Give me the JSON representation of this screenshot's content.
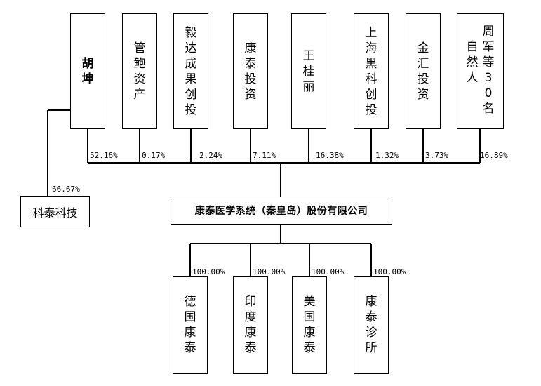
{
  "shareholders": [
    {
      "name": "胡坤",
      "percent": "52.16%",
      "bold": true
    },
    {
      "name": "管鲍资产",
      "percent": "0.17%"
    },
    {
      "name": "毅达成果创投",
      "percent": "2.24%"
    },
    {
      "name": "康泰投资",
      "percent": "7.11%"
    },
    {
      "name": "王桂丽",
      "percent": "16.38%"
    },
    {
      "name": "上海黑科创投",
      "percent": "1.32%"
    },
    {
      "name": "金汇投资",
      "percent": "3.73%"
    },
    {
      "name": "周军等30名自然人",
      "percent": "16.89%",
      "columns": [
        "自然人",
        "周军等30名"
      ]
    }
  ],
  "kelai": {
    "name": "科泰科技",
    "percent": "66.67%"
  },
  "company": {
    "name": "康泰医学系统（秦皇岛）股份有限公司"
  },
  "subsidiaries": [
    {
      "name": "德国康泰",
      "percent": "100.00%"
    },
    {
      "name": "印度康泰",
      "percent": "100.00%"
    },
    {
      "name": "美国康泰",
      "percent": "100.00%"
    },
    {
      "name": "康泰诊所",
      "percent": "100.00%"
    }
  ]
}
